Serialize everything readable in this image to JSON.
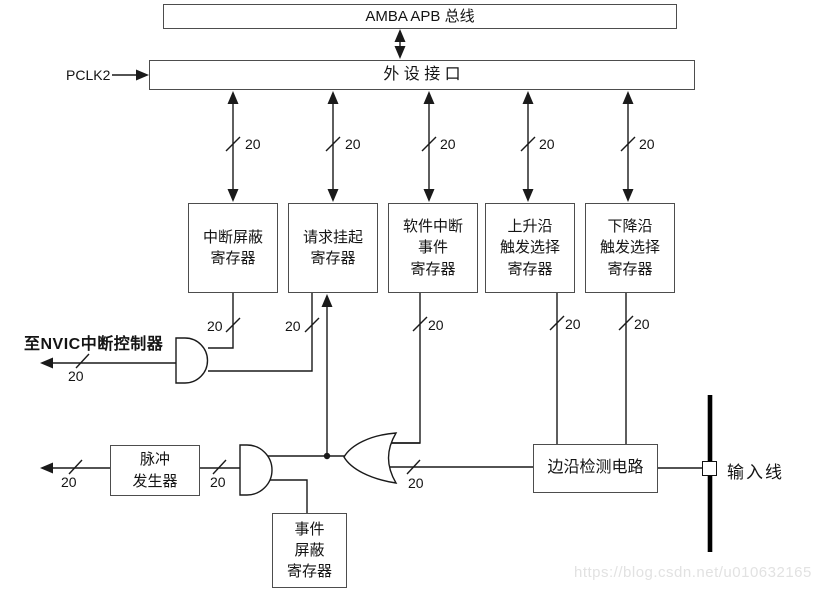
{
  "colors": {
    "line": "#1a1a1a",
    "box_border": "#4d4d4d",
    "watermark": "#e2e2e2",
    "background": "#ffffff"
  },
  "top": {
    "amba_bus": "AMBA APB 总线",
    "peripheral_interface": "外 设 接 口",
    "pclk_label": "PCLK2"
  },
  "registers": [
    {
      "id": "interrupt-mask-register",
      "text": "中断屏蔽\n寄存器"
    },
    {
      "id": "pending-request-register",
      "text": "请求挂起\n寄存器"
    },
    {
      "id": "software-interrupt-event-register",
      "text": "软件中断\n事件\n寄存器"
    },
    {
      "id": "rising-edge-trigger-select-register",
      "text": "上升沿\n触发选择\n寄存器"
    },
    {
      "id": "falling-edge-trigger-select-register",
      "text": "下降沿\n触发选择\n寄存器"
    }
  ],
  "blocks": {
    "pulse_generator": "脉冲\n发生器",
    "event_mask_register": "事件\n屏蔽\n寄存器",
    "edge_detect_circuit": "边沿检测电路"
  },
  "labels": {
    "to_nvic": "至NVIC中断控制器",
    "input_line": "输入线",
    "watermark": "https://blog.csdn.net/u010632165"
  },
  "wire_labels": [
    "20",
    "20",
    "20",
    "20",
    "20",
    "20",
    "20",
    "20",
    "20",
    "20",
    "20",
    "20",
    "20",
    "20"
  ]
}
